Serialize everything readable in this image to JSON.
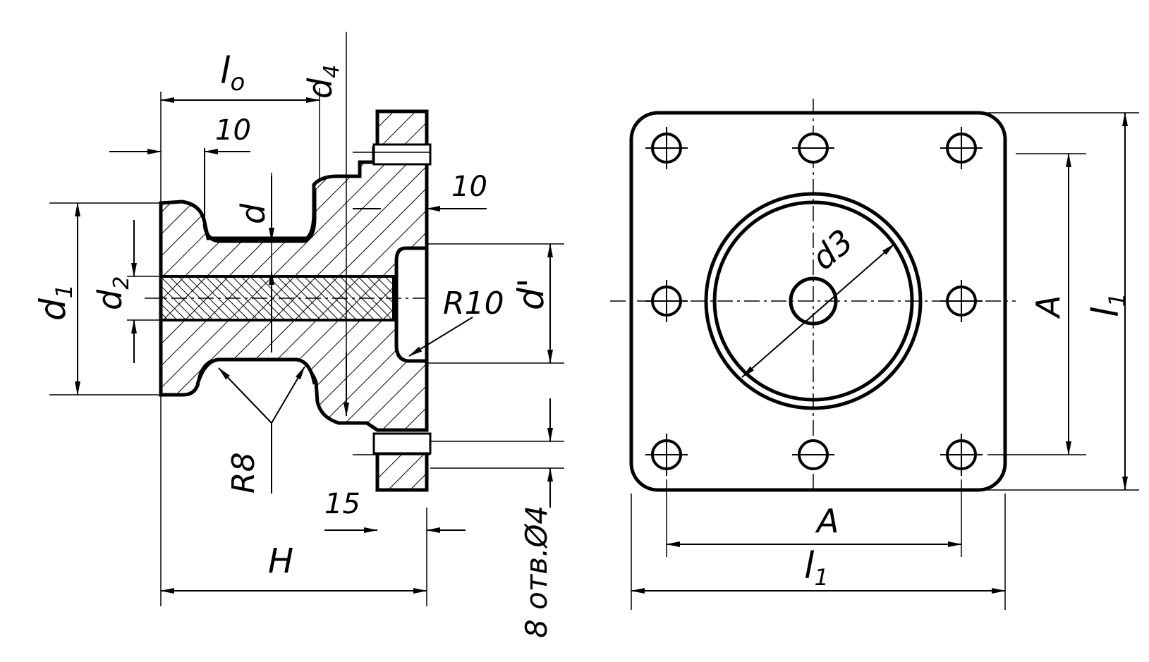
{
  "section_view": {
    "labels": {
      "l0": "l",
      "l0_sub": "o",
      "d4": "d",
      "d4_sub": "4",
      "dim10_top": "10",
      "dim10_right": "10",
      "d": "d",
      "d1": "d",
      "d1_sub": "1",
      "d2": "d",
      "d2_sub": "2",
      "d_prime": "d'",
      "r10": "R10",
      "r8": "R8",
      "dim15": "15",
      "H": "H",
      "holes_note": "8 отв.Ø4"
    }
  },
  "plan_view": {
    "labels": {
      "d3": "d3",
      "A_vertical": "A",
      "A_horizontal": "A",
      "l1_vertical": "l",
      "l1_vertical_sub": "1",
      "l1_horizontal": "l",
      "l1_horizontal_sub": "1"
    }
  }
}
